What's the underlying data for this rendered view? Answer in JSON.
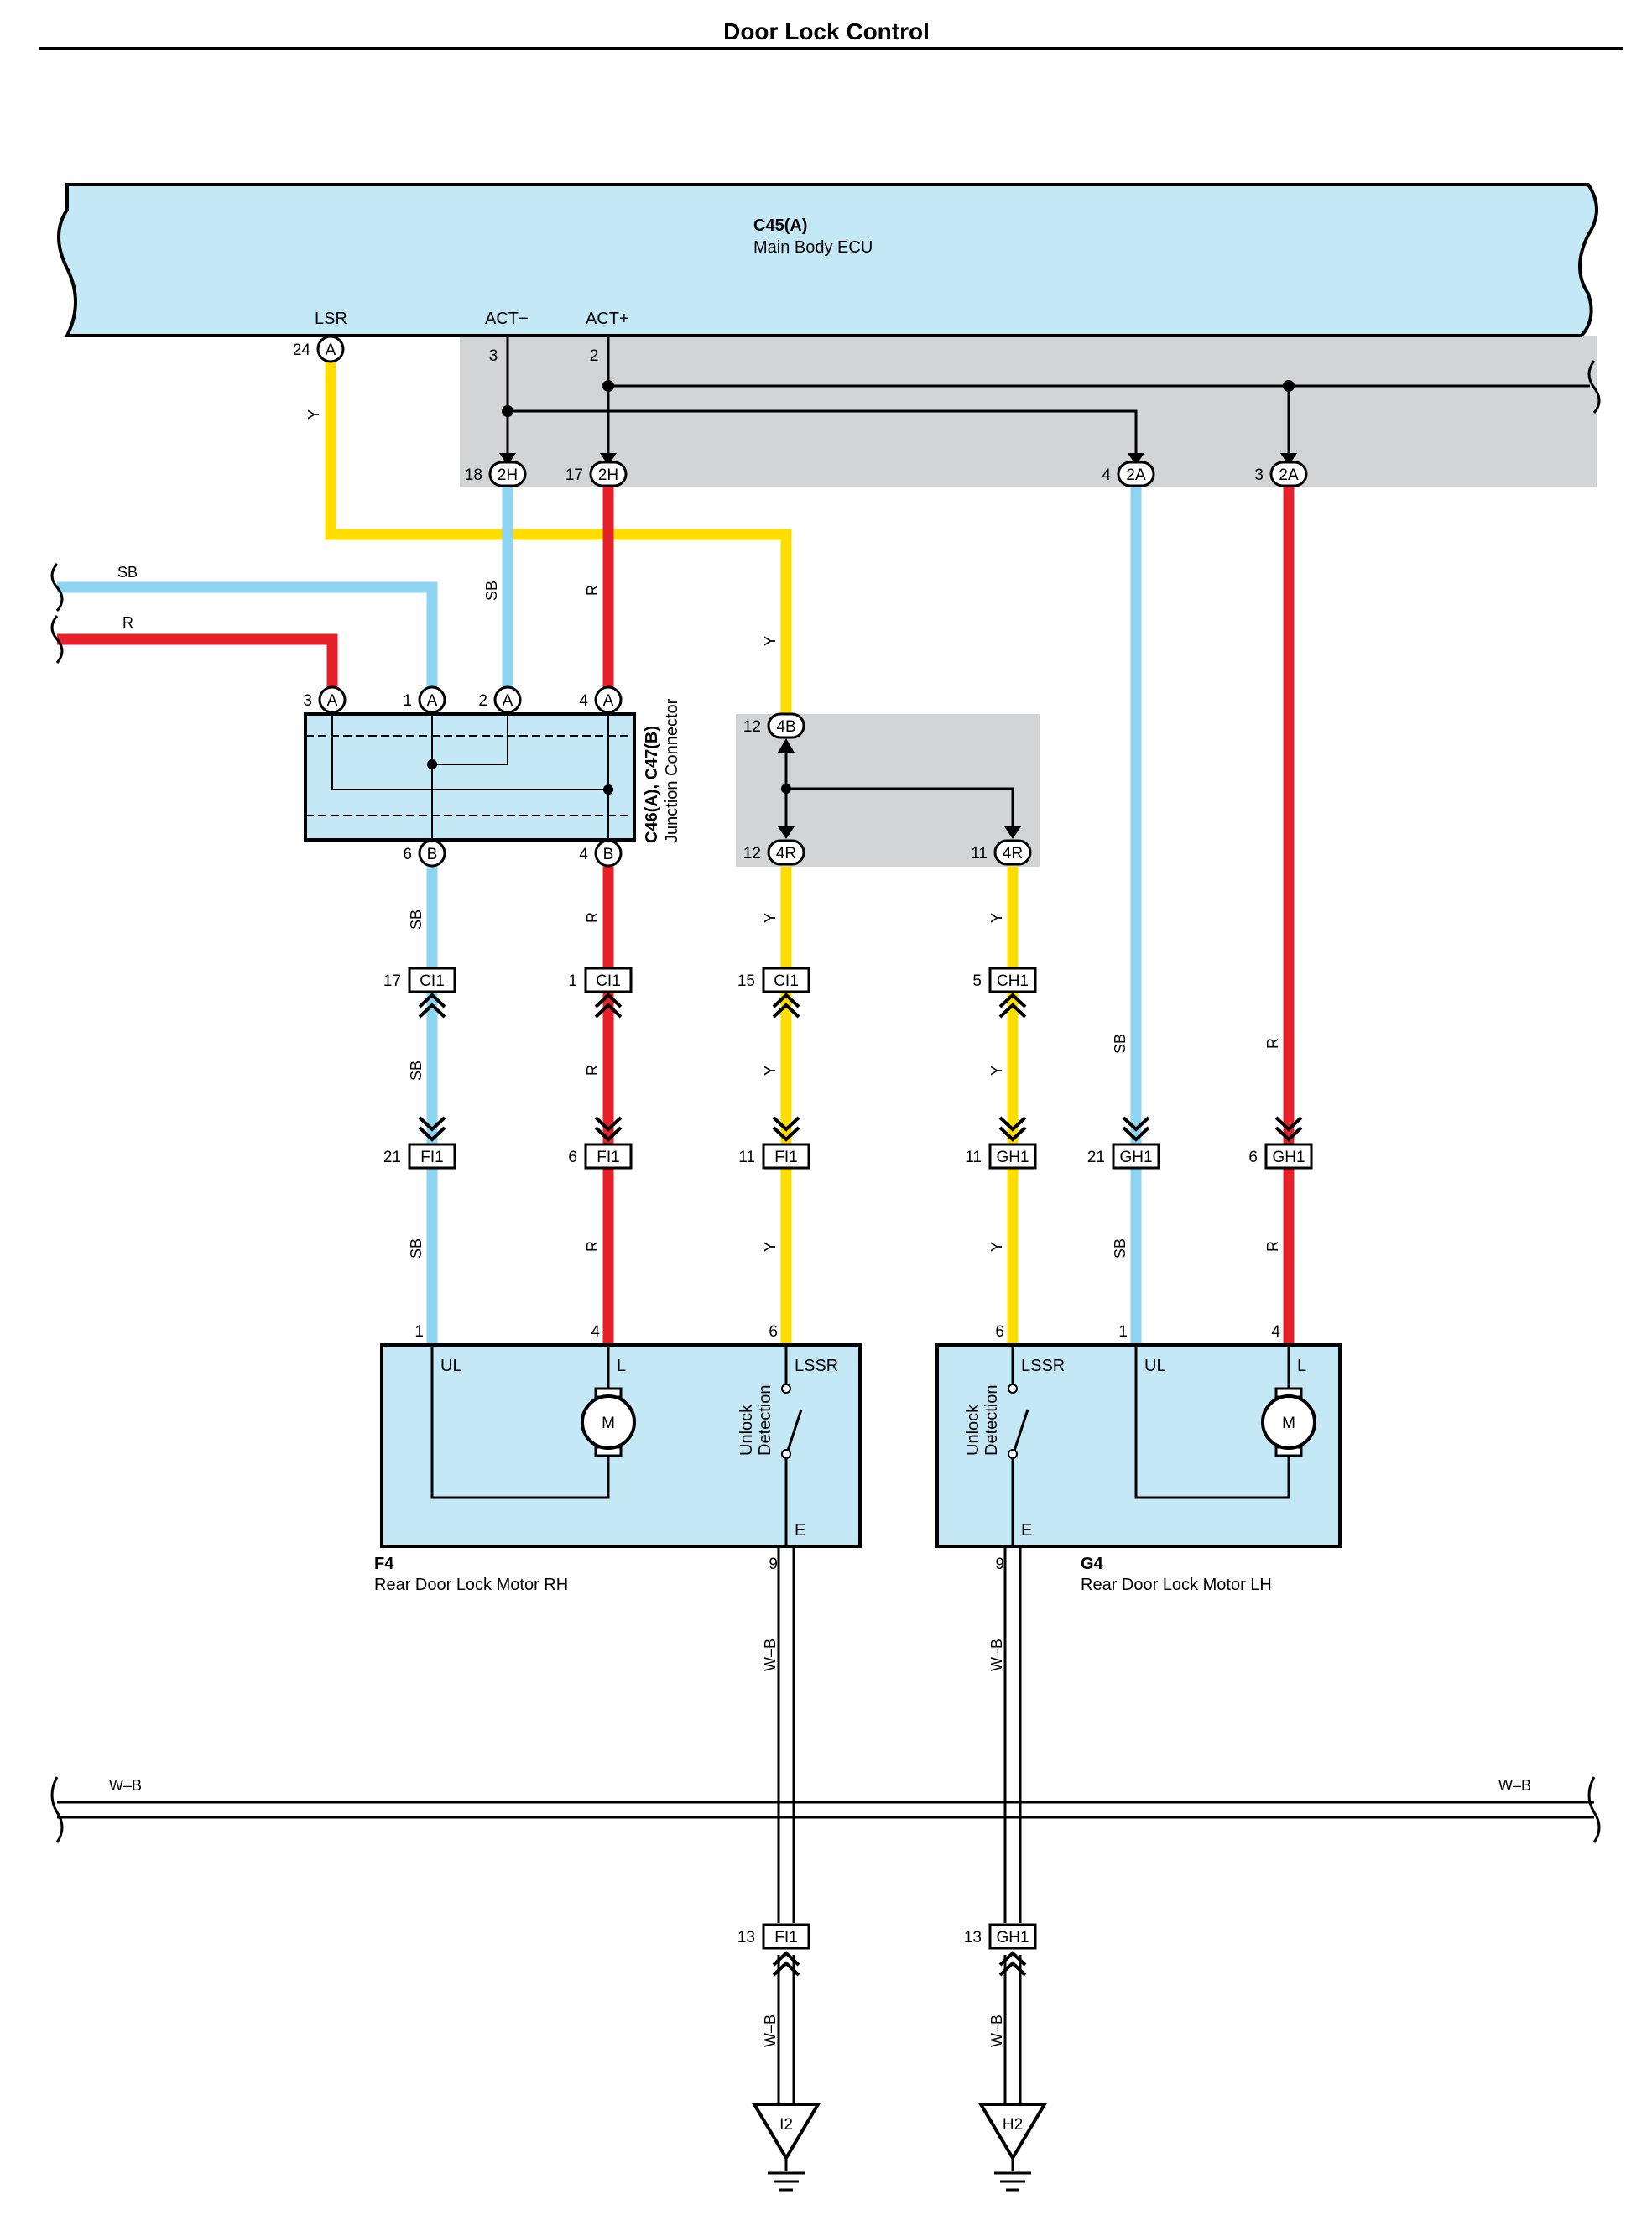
{
  "title": "Door Lock Control",
  "colors": {
    "yellow": "#FFDD00",
    "red": "#E8202A",
    "sky_blue": "#8ED3F0",
    "component_fill": "#C5E8F7",
    "splice_area": "#D3D4D6",
    "black": "#000000"
  },
  "ecu": {
    "code": "C45(A)",
    "name": "Main Body ECU",
    "terminals": [
      {
        "name": "LSR",
        "pin": "24",
        "connector": "A"
      },
      {
        "name": "ACT−",
        "pin": "3"
      },
      {
        "name": "ACT+",
        "pin": "2"
      }
    ]
  },
  "splice_connectors": {
    "s18": {
      "pin": "18",
      "code": "2H"
    },
    "s17": {
      "pin": "17",
      "code": "2H"
    },
    "s4": {
      "pin": "4",
      "code": "2A"
    },
    "s3": {
      "pin": "3",
      "code": "2A"
    },
    "s12a": {
      "pin": "12",
      "code": "4B"
    },
    "s12b": {
      "pin": "12",
      "code": "4R"
    },
    "s11": {
      "pin": "11",
      "code": "4R"
    }
  },
  "junction": {
    "code": "C46(A), C47(B)",
    "name": "Junction Connector",
    "top_pins": [
      {
        "pin": "3",
        "conn": "A"
      },
      {
        "pin": "1",
        "conn": "A"
      },
      {
        "pin": "2",
        "conn": "A"
      },
      {
        "pin": "4",
        "conn": "A"
      }
    ],
    "bottom_pins": [
      {
        "pin": "6",
        "conn": "B"
      },
      {
        "pin": "4",
        "conn": "B"
      }
    ]
  },
  "inline_connectors": [
    {
      "pin": "17",
      "code": "CI1"
    },
    {
      "pin": "1",
      "code": "CI1"
    },
    {
      "pin": "15",
      "code": "CI1"
    },
    {
      "pin": "5",
      "code": "CH1"
    },
    {
      "pin": "21",
      "code": "FI1"
    },
    {
      "pin": "6",
      "code": "FI1"
    },
    {
      "pin": "11",
      "code": "FI1"
    },
    {
      "pin": "11",
      "code": "GH1"
    },
    {
      "pin": "21",
      "code": "GH1"
    },
    {
      "pin": "6",
      "code": "GH1"
    },
    {
      "pin": "13",
      "code": "FI1"
    },
    {
      "pin": "13",
      "code": "GH1"
    }
  ],
  "wire_colors": {
    "Y": "Y",
    "SB": "SB",
    "R": "R",
    "WB": "W–B"
  },
  "motor_rh": {
    "code": "F4",
    "name": "Rear Door Lock Motor RH",
    "pins": [
      "1",
      "4",
      "6",
      "9"
    ],
    "terminals": [
      "UL",
      "L",
      "LSSR",
      "E"
    ],
    "switch_label_1": "Unlock",
    "switch_label_2": "Detection",
    "motor_symbol": "M"
  },
  "motor_lh": {
    "code": "G4",
    "name": "Rear Door Lock Motor LH",
    "pins": [
      "6",
      "1",
      "4",
      "9"
    ],
    "terminals": [
      "LSSR",
      "UL",
      "L",
      "E"
    ],
    "switch_label_1": "Unlock",
    "switch_label_2": "Detection",
    "motor_symbol": "M"
  },
  "grounds": [
    "I2",
    "H2"
  ],
  "icons": [
    "ground-symbol-icon",
    "motor-icon",
    "switch-icon",
    "wire-break-icon",
    "connector-arrow-icon"
  ]
}
